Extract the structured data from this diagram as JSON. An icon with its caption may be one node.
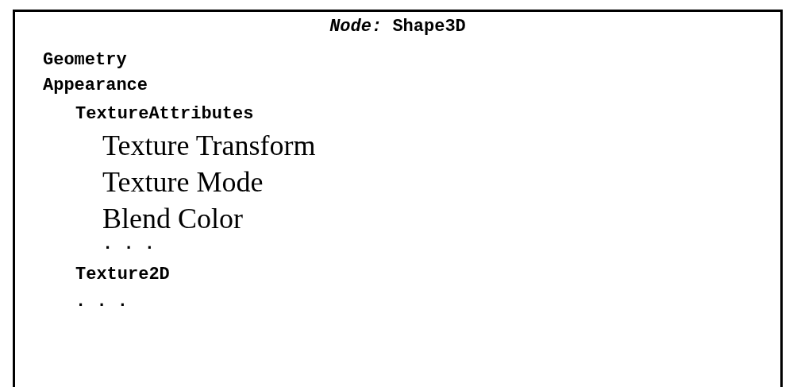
{
  "diagram": {
    "nodes": [
      {
        "text": [
          "*Node:* Shape3D",
          "Geometry",
          "Appearance",
          "TextureAttributes",
          "Texture Transform",
          "Texture Mode",
          "Blend Color",
          ". . .",
          "Texture2D",
          ". . ."
        ]
      }
    ]
  }
}
